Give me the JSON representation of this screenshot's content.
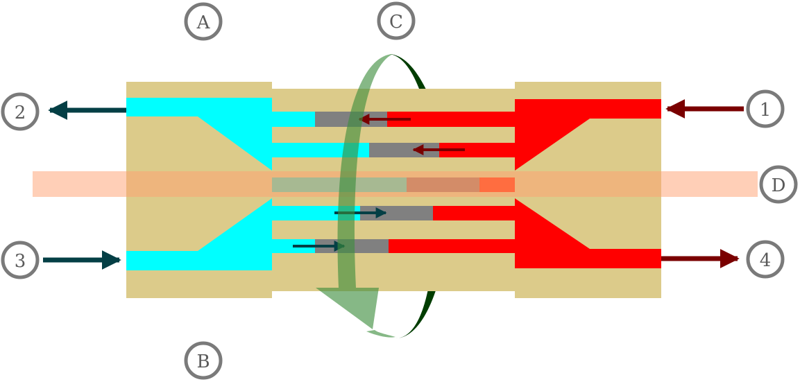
{
  "labels": {
    "a": "A",
    "b": "B",
    "c": "C",
    "d": "D",
    "port_1": "1",
    "port_2": "2",
    "port_3": "3",
    "port_4": "4"
  },
  "colors": {
    "housing": "#dccb8a",
    "cold_channel": "#00ffff",
    "hot_channel": "#ff0000",
    "transition": "#808080",
    "band": "#ffcfb0",
    "band_overlap": "#e8ac62",
    "rotation_dark": "#003d00",
    "rotation_light": "#6ea86e",
    "arrow_cold": "#043f45",
    "arrow_hot": "#7a0000",
    "badge_stroke": "#7a7a7a"
  }
}
